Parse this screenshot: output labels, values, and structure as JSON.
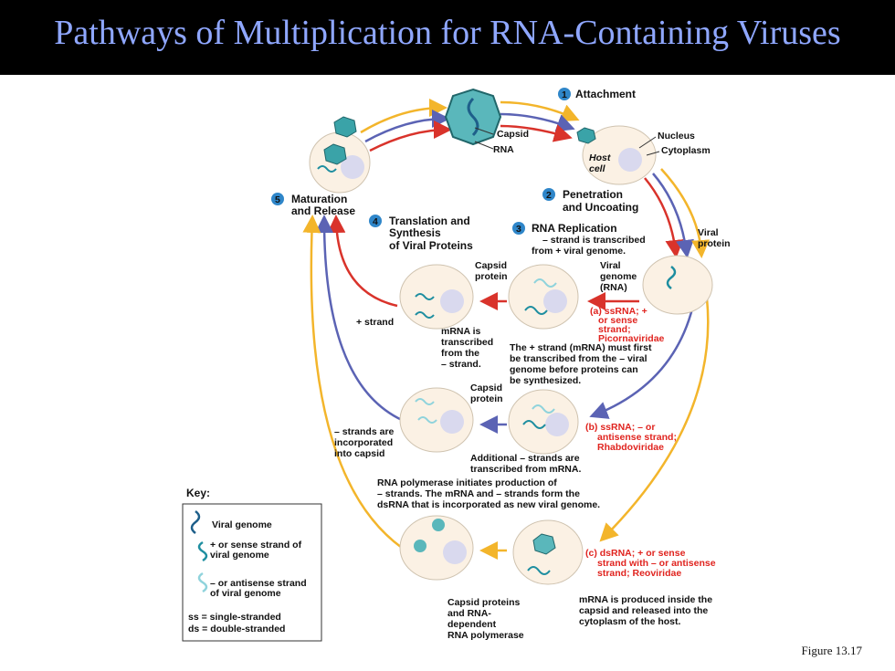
{
  "title": "Pathways of Multiplication for RNA-Containing Viruses",
  "figure_label": "Figure 13.17",
  "colors": {
    "title_text": "#8fa7ff",
    "cell_fill": "#fbf1e4",
    "nucleus_fill": "#d9d9ee",
    "arrow_yellow": "#f3b52b",
    "arrow_blue": "#5b63b4",
    "arrow_red": "#d9332b",
    "plus_strand": "#1e8ea0",
    "minus_strand": "#8fd3dc",
    "virus": "#3aa3a8"
  },
  "steps": {
    "s1": {
      "num": "1",
      "label": "Attachment"
    },
    "s2": {
      "num": "2",
      "line1": "Penetration",
      "line2": "and Uncoating"
    },
    "s3": {
      "num": "3",
      "label": "RNA Replication",
      "line2": "– strand is transcribed",
      "line3": "from + viral genome."
    },
    "s4": {
      "num": "4",
      "line1": "Translation and",
      "line2": "Synthesis",
      "line3": "of Viral Proteins"
    },
    "s5": {
      "num": "5",
      "line1": "Maturation",
      "line2": "and Release"
    }
  },
  "labels": {
    "capsid": "Capsid",
    "rna": "RNA",
    "host": "Host",
    "cell": "cell",
    "nucleus": "Nucleus",
    "cytoplasm": "Cytoplasm",
    "viral_protein_1": "Viral",
    "viral_protein_2": "protein",
    "capsid_protein_1": "Capsid",
    "capsid_protein_2": "protein",
    "viral_genome_1": "Viral",
    "viral_genome_2": "genome",
    "viral_genome_3": "(RNA)",
    "plus_strand": "+ strand",
    "mrna_1": "mRNA is",
    "mrna_2": "transcribed",
    "mrna_3": "from the",
    "mrna_4": "– strand.",
    "plus_must_1": "The + strand (mRNA) must first",
    "plus_must_2": "be transcribed from the – viral",
    "plus_must_3": "genome before proteins can",
    "plus_must_4": "be synthesized.",
    "capsid_protein_b1": "Capsid",
    "capsid_protein_b2": "protein",
    "minus_inc_1": "– strands are",
    "minus_inc_2": "incorporated",
    "minus_inc_3": "into capsid",
    "additional_1": "Additional – strands are",
    "additional_2": "transcribed from mRNA.",
    "rnapol_1": "RNA polymerase initiates production of",
    "rnapol_2": "– strands. The mRNA and – strands form the",
    "rnapol_3": "dsRNA that is incorporated as new viral genome.",
    "capsid_rna_1": "Capsid proteins",
    "capsid_rna_2": "and RNA-",
    "capsid_rna_3": "dependent",
    "capsid_rna_4": "RNA polymerase",
    "mrna_prod_1": "mRNA is produced inside the",
    "mrna_prod_2": "capsid and released into the",
    "mrna_prod_3": "cytoplasm of the host."
  },
  "red_labels": {
    "a1": "(a) ssRNA; +",
    "a2": "or sense",
    "a3": "strand;",
    "a4": "Picornaviridae",
    "b1": "(b) ssRNA; – or",
    "b2": "antisense strand;",
    "b3": "Rhabdoviridae",
    "c1": "(c) dsRNA; + or sense",
    "c2": "strand with – or antisense",
    "c3": "strand; Reoviridae"
  },
  "key": {
    "title": "Key:",
    "viral_genome": "Viral genome",
    "plus_1": "+ or sense strand of",
    "plus_2": "viral genome",
    "minus_1": "– or antisense strand",
    "minus_2": "of viral genome",
    "ss": "ss = single-stranded",
    "ds": "ds = double-stranded"
  }
}
